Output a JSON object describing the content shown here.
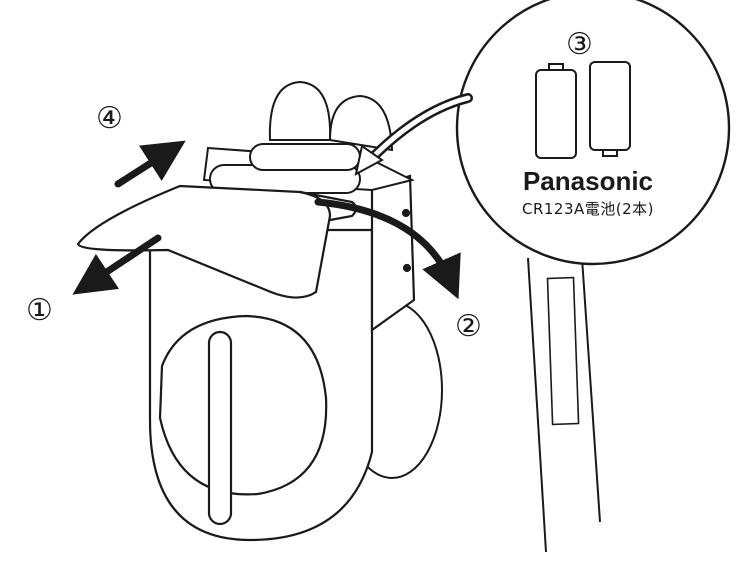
{
  "steps": {
    "step1": "①",
    "step2": "②",
    "step3": "③",
    "step4": "④"
  },
  "callout": {
    "brand": "Panasonic",
    "battery_text": "CR123A電池(2本)"
  },
  "colors": {
    "line": "#1a1a1a",
    "background": "#ffffff"
  }
}
